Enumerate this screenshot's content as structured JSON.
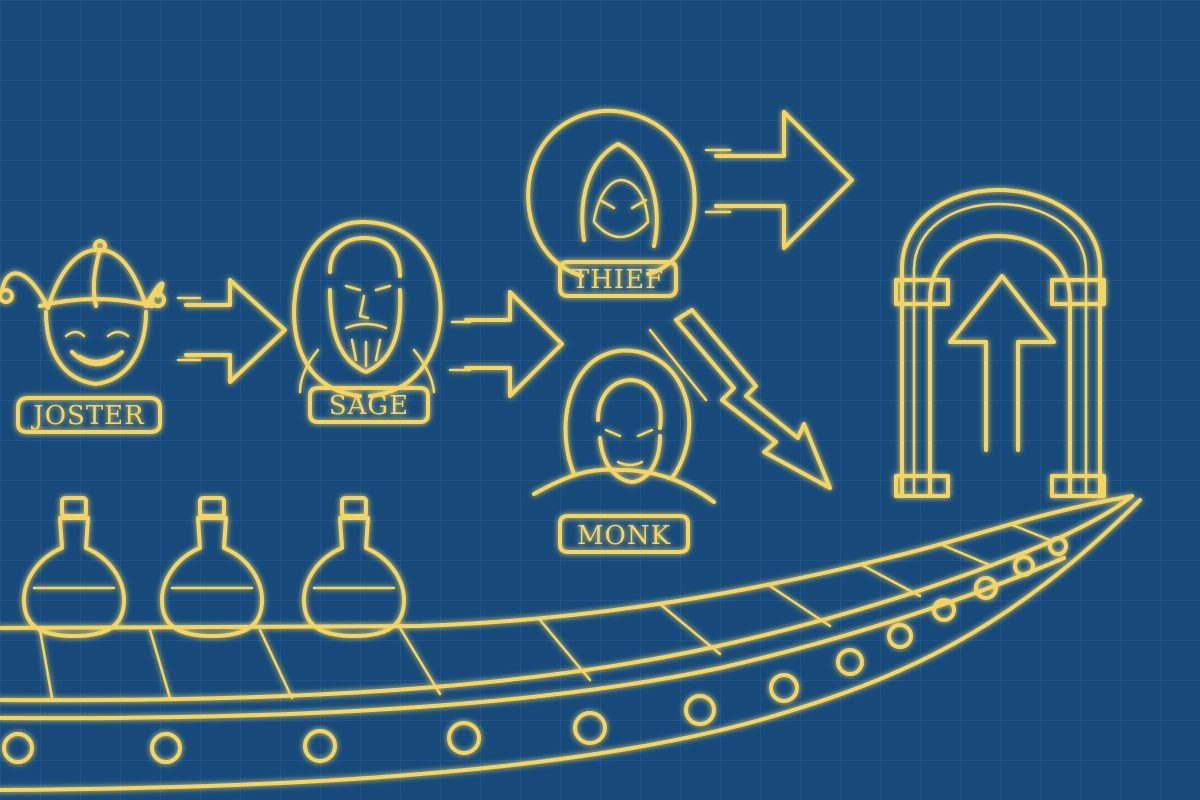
{
  "labels": {
    "jester": "JOSTER",
    "sage": "SAGE",
    "thief": "THIEF",
    "monk": "MONK"
  },
  "palette": {
    "background": "#174a7a",
    "grid": "#2a5f94",
    "line": "#f2d566",
    "glow": "#f7e27a"
  }
}
